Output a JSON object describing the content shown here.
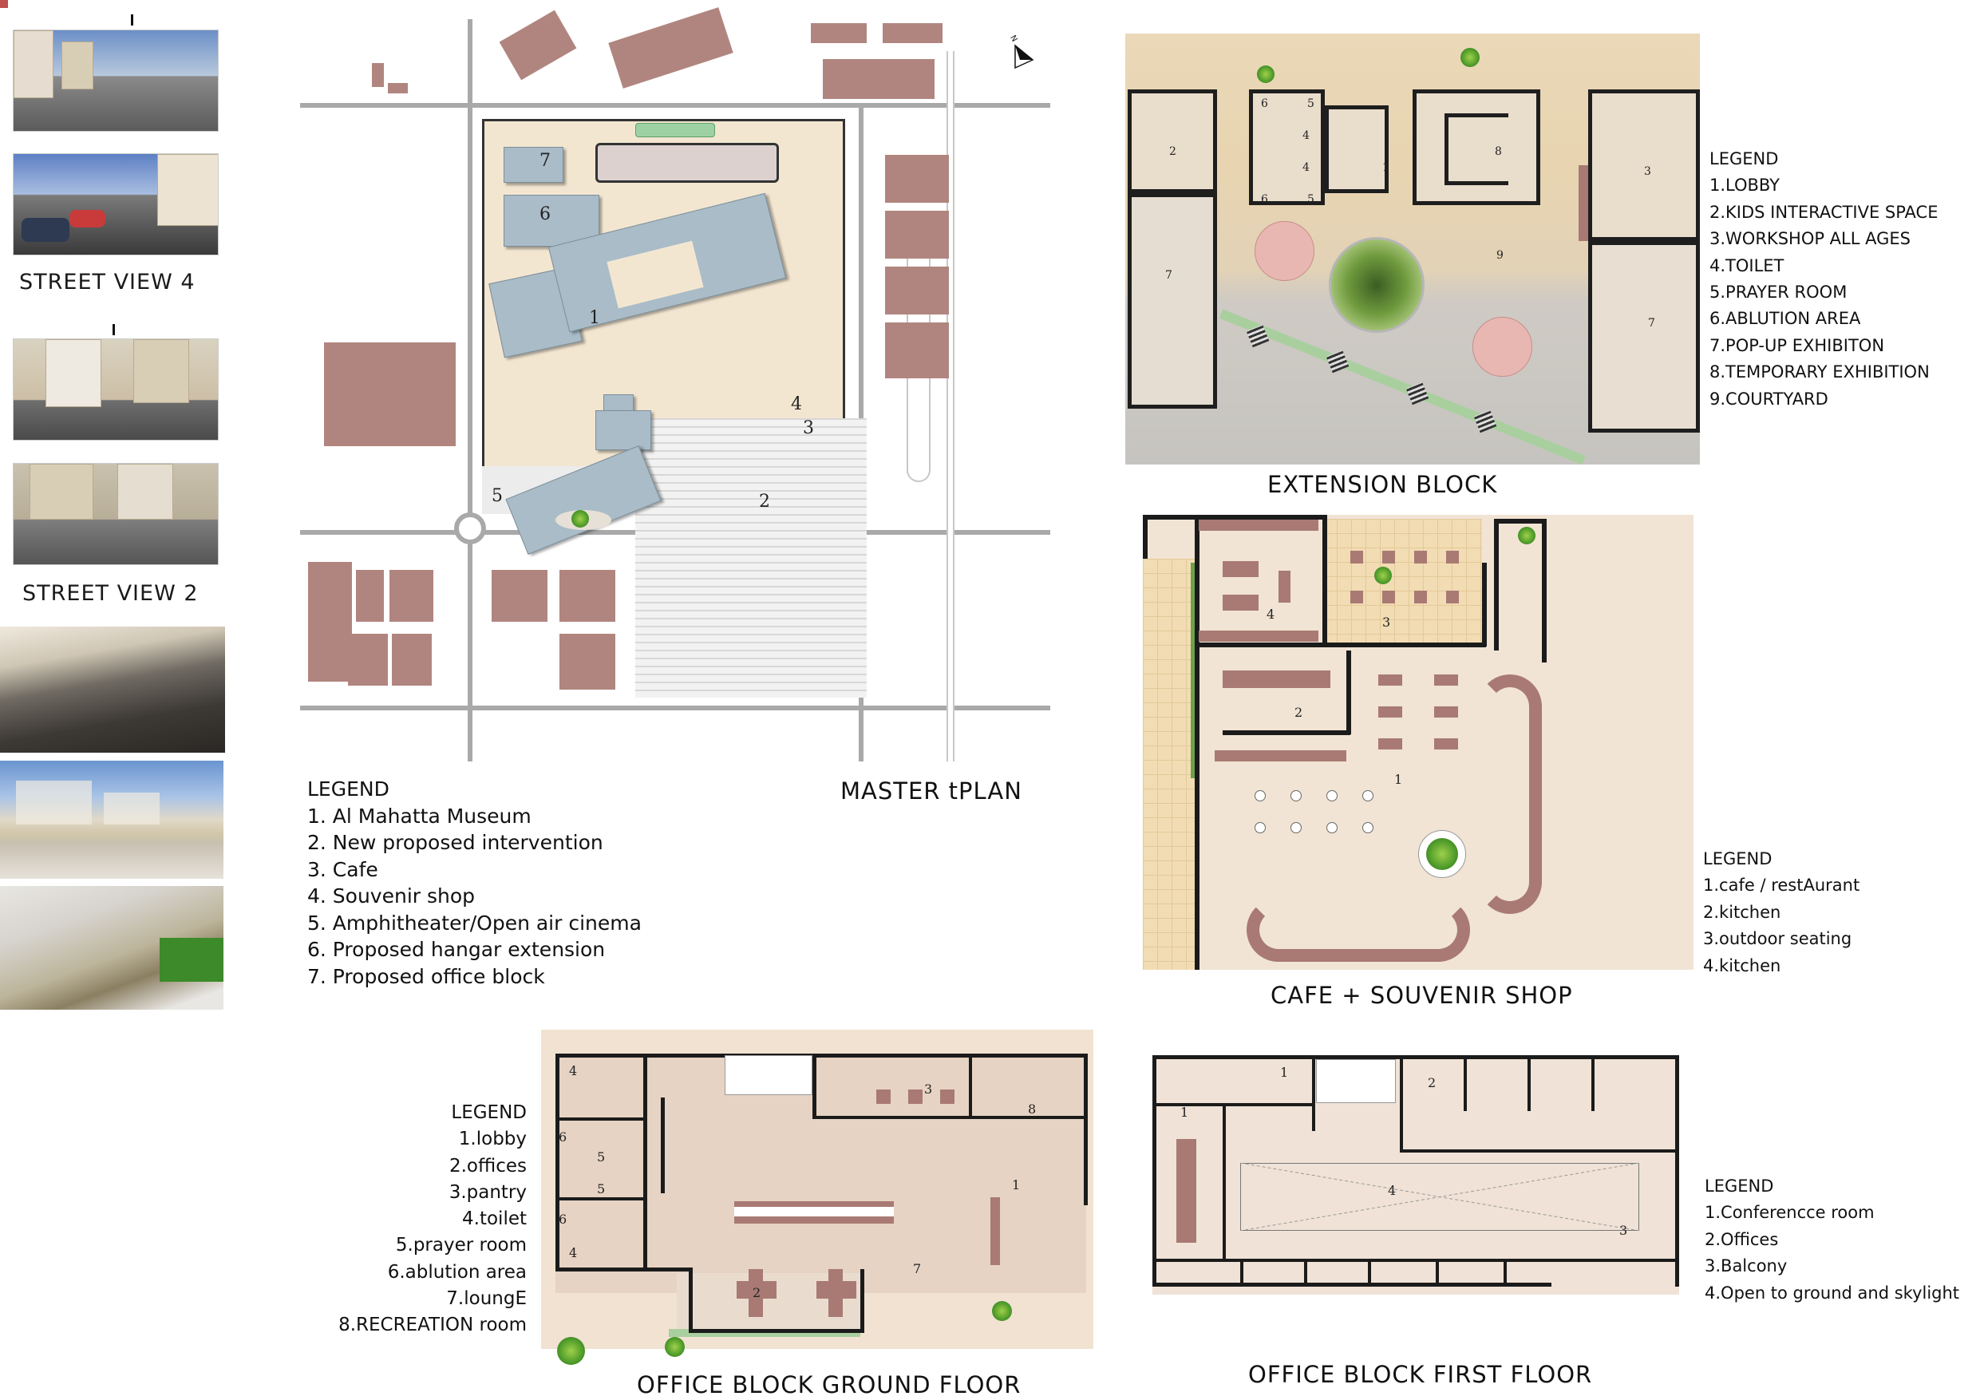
{
  "left_column": {
    "street_view_4": {
      "title": "STREET VIEW 4",
      "photos": [
        "street-photo-a",
        "street-photo-b"
      ]
    },
    "street_view_2": {
      "title": "STREET VIEW 2",
      "photos": [
        "street-photo-c",
        "street-photo-d"
      ]
    },
    "renders": [
      "aerial-render-parking",
      "street-level-render",
      "aerial-render-site"
    ]
  },
  "master_plan": {
    "title": "MASTER tPLAN",
    "north_label": "N",
    "labels": [
      "1",
      "2",
      "3",
      "4",
      "5",
      "6",
      "7"
    ],
    "legend": {
      "heading": "LEGEND",
      "items": [
        "1. Al Mahatta Museum",
        "2. New proposed intervention",
        "3. Cafe",
        "4. Souvenir shop",
        "5. Amphitheater/Open air cinema",
        "6. Proposed hangar extension",
        "7. Proposed office block"
      ]
    },
    "colors": {
      "surrounding_buildings": "#b1857f",
      "proposed_buildings": "#a9bcc8",
      "site_ground": "#f3e6d1"
    }
  },
  "extension_block": {
    "title": "EXTENSION BLOCK",
    "legend": {
      "heading": "LEGEND",
      "items": [
        "1.LOBBY",
        "2.KIDS INTERACTIVE SPACE",
        "3.WORKSHOP ALL AGES",
        "4.TOILET",
        "5.PRAYER ROOM",
        "6.ABLUTION AREA",
        "7.POP-UP EXHIBITON",
        "8.TEMPORARY EXHIBITION",
        "9.COURTYARD"
      ]
    },
    "room_labels": {
      "r1": "1",
      "r2": "2",
      "r3": "3",
      "r4a": "4",
      "r4b": "4",
      "r5a": "5",
      "r5b": "5",
      "r6a": "6",
      "r6b": "6",
      "r7a": "7",
      "r7b": "7",
      "r8": "8",
      "r9": "9"
    }
  },
  "cafe_souvenir": {
    "title": "CAFE + SOUVENIR SHOP",
    "legend": {
      "heading": "LEGEND",
      "items": [
        "1.cafe / restAurant",
        "2.kitchen",
        "3.outdoor seating",
        "4.kitchen"
      ]
    },
    "room_labels": {
      "r1": "1",
      "r2": "2",
      "r3": "3",
      "r4": "4"
    }
  },
  "office_ground": {
    "title": "OFFICE BLOCK GROUND FLOOR",
    "legend": {
      "heading": "LEGEND",
      "items": [
        "1.lobby",
        "2.offices",
        "3.pantry",
        "4.toilet",
        "5.prayer room",
        "6.ablution area",
        "7.loungE",
        "8.RECREATION room"
      ]
    },
    "room_labels": {
      "r1": "1",
      "r2": "2",
      "r3": "3",
      "r4a": "4",
      "r4b": "4",
      "r5a": "5",
      "r5b": "5",
      "r6a": "6",
      "r6b": "6",
      "r7": "7",
      "r8": "8"
    }
  },
  "office_first": {
    "title": "OFFICE BLOCK FIRST FLOOR",
    "legend": {
      "heading": "LEGEND",
      "items": [
        "1.Conferencce room",
        "2.Offices",
        "3.Balcony",
        "4.Open to ground and skylight"
      ]
    },
    "room_labels": {
      "r1a": "1",
      "r1b": "1",
      "r2": "2",
      "r3": "3",
      "r4": "4"
    }
  }
}
